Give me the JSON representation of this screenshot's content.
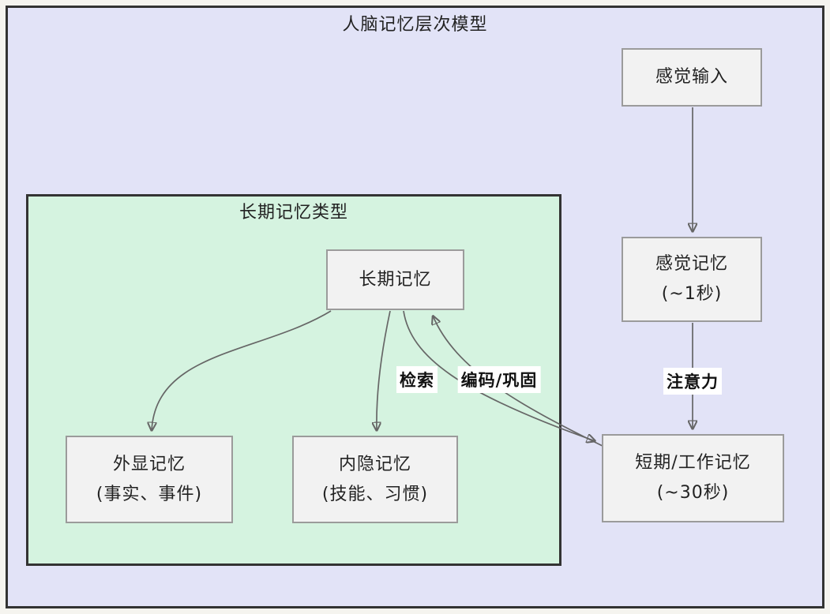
{
  "diagram": {
    "title": "人脑记忆层次模型",
    "subgraph": {
      "title": "长期记忆类型"
    },
    "nodes": {
      "sensory_input": {
        "label": "感觉输入"
      },
      "sensory_memory": {
        "label": "感觉记忆",
        "sublabel": "(~1秒)"
      },
      "short_term": {
        "label": "短期/工作记忆",
        "sublabel": "(~30秒)"
      },
      "long_term": {
        "label": "长期记忆"
      },
      "explicit": {
        "label": "外显记忆",
        "sublabel": "(事实、事件)"
      },
      "implicit": {
        "label": "内隐记忆",
        "sublabel": "(技能、习惯)"
      }
    },
    "edge_labels": {
      "attention": "注意力",
      "retrieval": "检索",
      "encoding": "编码/巩固"
    },
    "colors": {
      "outer_background": "#E2E3F7",
      "subgraph_background": "#D5F3E0",
      "node_background": "#F2F2F2",
      "node_border": "#9B9B9B",
      "frame_border": "#333333",
      "arrow": "#666666"
    }
  }
}
